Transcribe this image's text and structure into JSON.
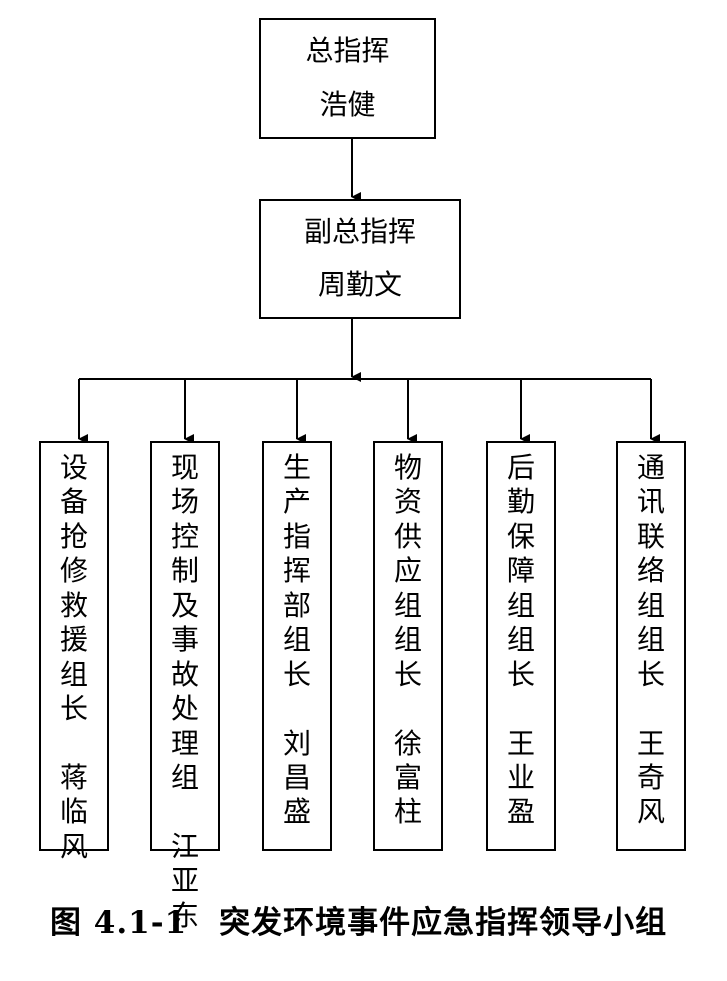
{
  "commander": {
    "title": "总指挥",
    "name": "浩健"
  },
  "deputy": {
    "title": "副总指挥",
    "name": "周勤文"
  },
  "groups": [
    {
      "label": "设\n备\n抢\n修\n救\n援\n组\n长\n\n蒋\n临\n风"
    },
    {
      "label": "现\n场\n控\n制\n及\n事\n故\n处\n理\n组\n\n江\n亚\n东"
    },
    {
      "label": "生\n产\n指\n挥\n部\n组\n长\n\n刘\n昌\n盛"
    },
    {
      "label": "物\n资\n供\n应\n组\n组\n长\n\n徐\n富\n柱"
    },
    {
      "label": "后\n勤\n保\n障\n组\n组\n长\n\n王\n业\n盈"
    },
    {
      "label": "通\n讯\n联\n络\n组\n组\n长\n\n王\n奇\n风"
    }
  ],
  "caption": "图 4.1-1　突发环境事件应急指挥领导小组"
}
